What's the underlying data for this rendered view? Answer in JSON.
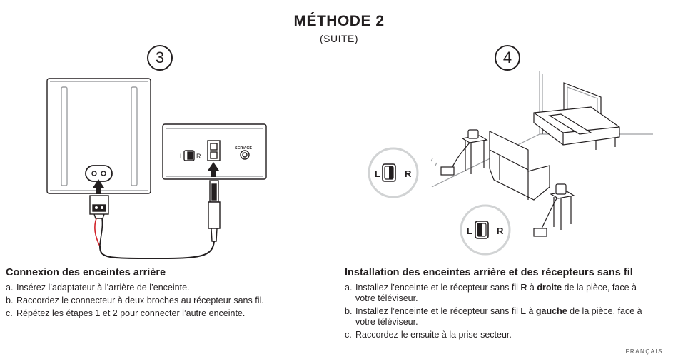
{
  "header": {
    "title": "MÉTHODE 2",
    "subtitle": "(SUITE)"
  },
  "figure_left": {
    "step_number": "3",
    "switch_left": "L",
    "switch_right": "R",
    "service_label": "SERVICE"
  },
  "figure_right": {
    "step_number": "4",
    "badge_upper": {
      "left": "L",
      "right": "R",
      "selected": "R"
    },
    "badge_lower": {
      "left": "L",
      "right": "R",
      "selected": "L"
    }
  },
  "section_left": {
    "title": "Connexion des enceintes arrière",
    "steps": [
      {
        "letter": "a.",
        "text": "Insérez l’adaptateur à l’arrière de l’enceinte."
      },
      {
        "letter": "b.",
        "text": "Raccordez le connecteur à deux broches au récepteur sans fil."
      },
      {
        "letter": "c.",
        "text": "Répétez les étapes 1 et 2 pour connecter l’autre enceinte."
      }
    ]
  },
  "section_right": {
    "title": "Installation des enceintes arrière et des récepteurs sans fil",
    "steps": [
      {
        "letter": "a.",
        "pre": "Installez l’enceinte et le récepteur sans fil ",
        "bold1": "R",
        "mid": " à ",
        "bold2": "droite",
        "post": " de la pièce, face à votre téléviseur."
      },
      {
        "letter": "b.",
        "pre": "Installez l’enceinte et le récepteur sans fil ",
        "bold1": "L",
        "mid": " à ",
        "bold2": "gauche",
        "post": " de la pièce, face à votre téléviseur."
      },
      {
        "letter": "c.",
        "text": "Raccordez-le ensuite à la prise secteur."
      }
    ]
  },
  "footer": {
    "language": "FRANÇAIS"
  },
  "colors": {
    "ink": "#231f20",
    "wire_red": "#d2232a",
    "light_gray": "#d1d3d4",
    "gray": "#9d9fa2"
  }
}
